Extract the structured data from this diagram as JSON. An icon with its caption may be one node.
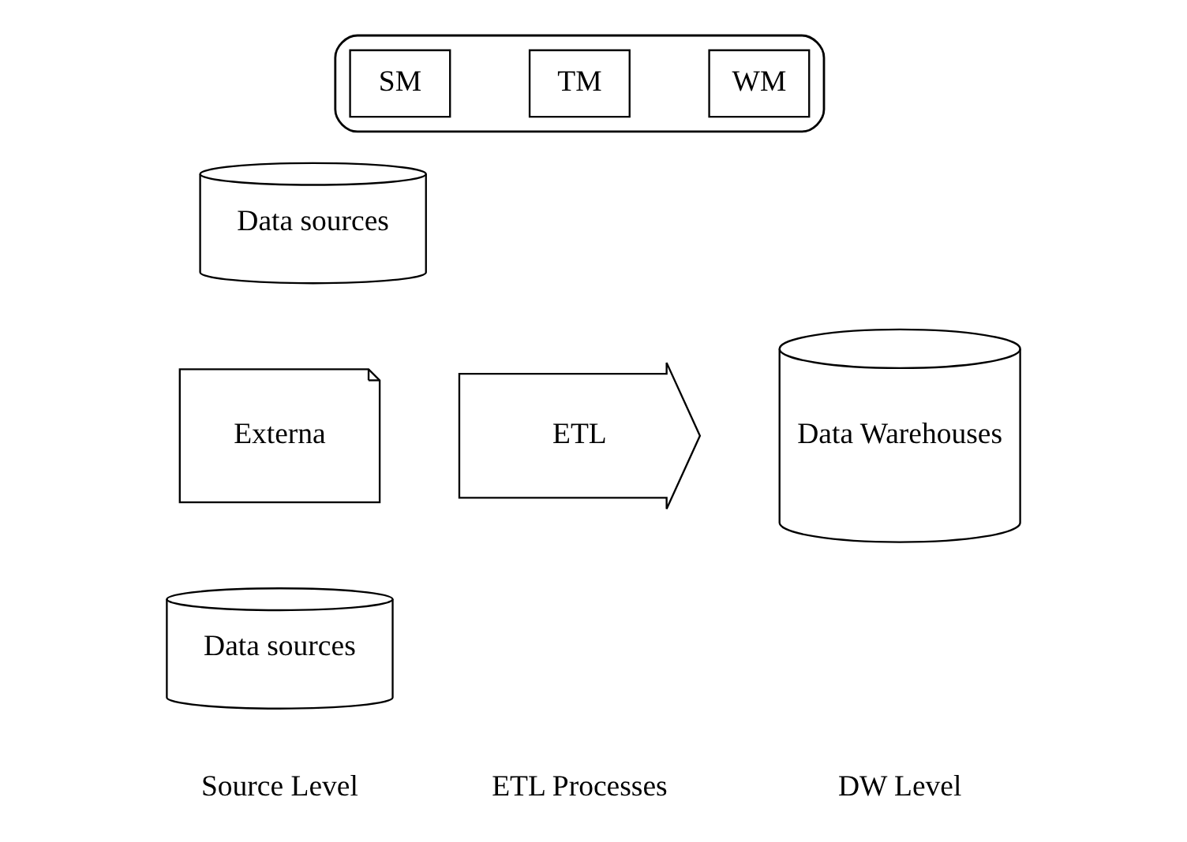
{
  "diagram": {
    "nodes": [
      {
        "text": [],
        "shape": "cylinder"
      },
      {
        "text": [
          "SM"
        ],
        "in": 0
      },
      {
        "text": [
          "TM"
        ],
        "in": 0
      },
      {
        "text": [
          "WM"
        ],
        "in": 0
      },
      {
        "text": [
          "Data sources"
        ]
      },
      {
        "text": [
          "Externa"
        ]
      },
      {
        "text": [
          "Data sources"
        ]
      },
      {
        "text": [
          "ETL"
        ]
      },
      {
        "text": [
          "Data Warehouses"
        ]
      }
    ],
    "labels": [
      "Source Level",
      "ETL Processes",
      "DW Level"
    ]
  }
}
